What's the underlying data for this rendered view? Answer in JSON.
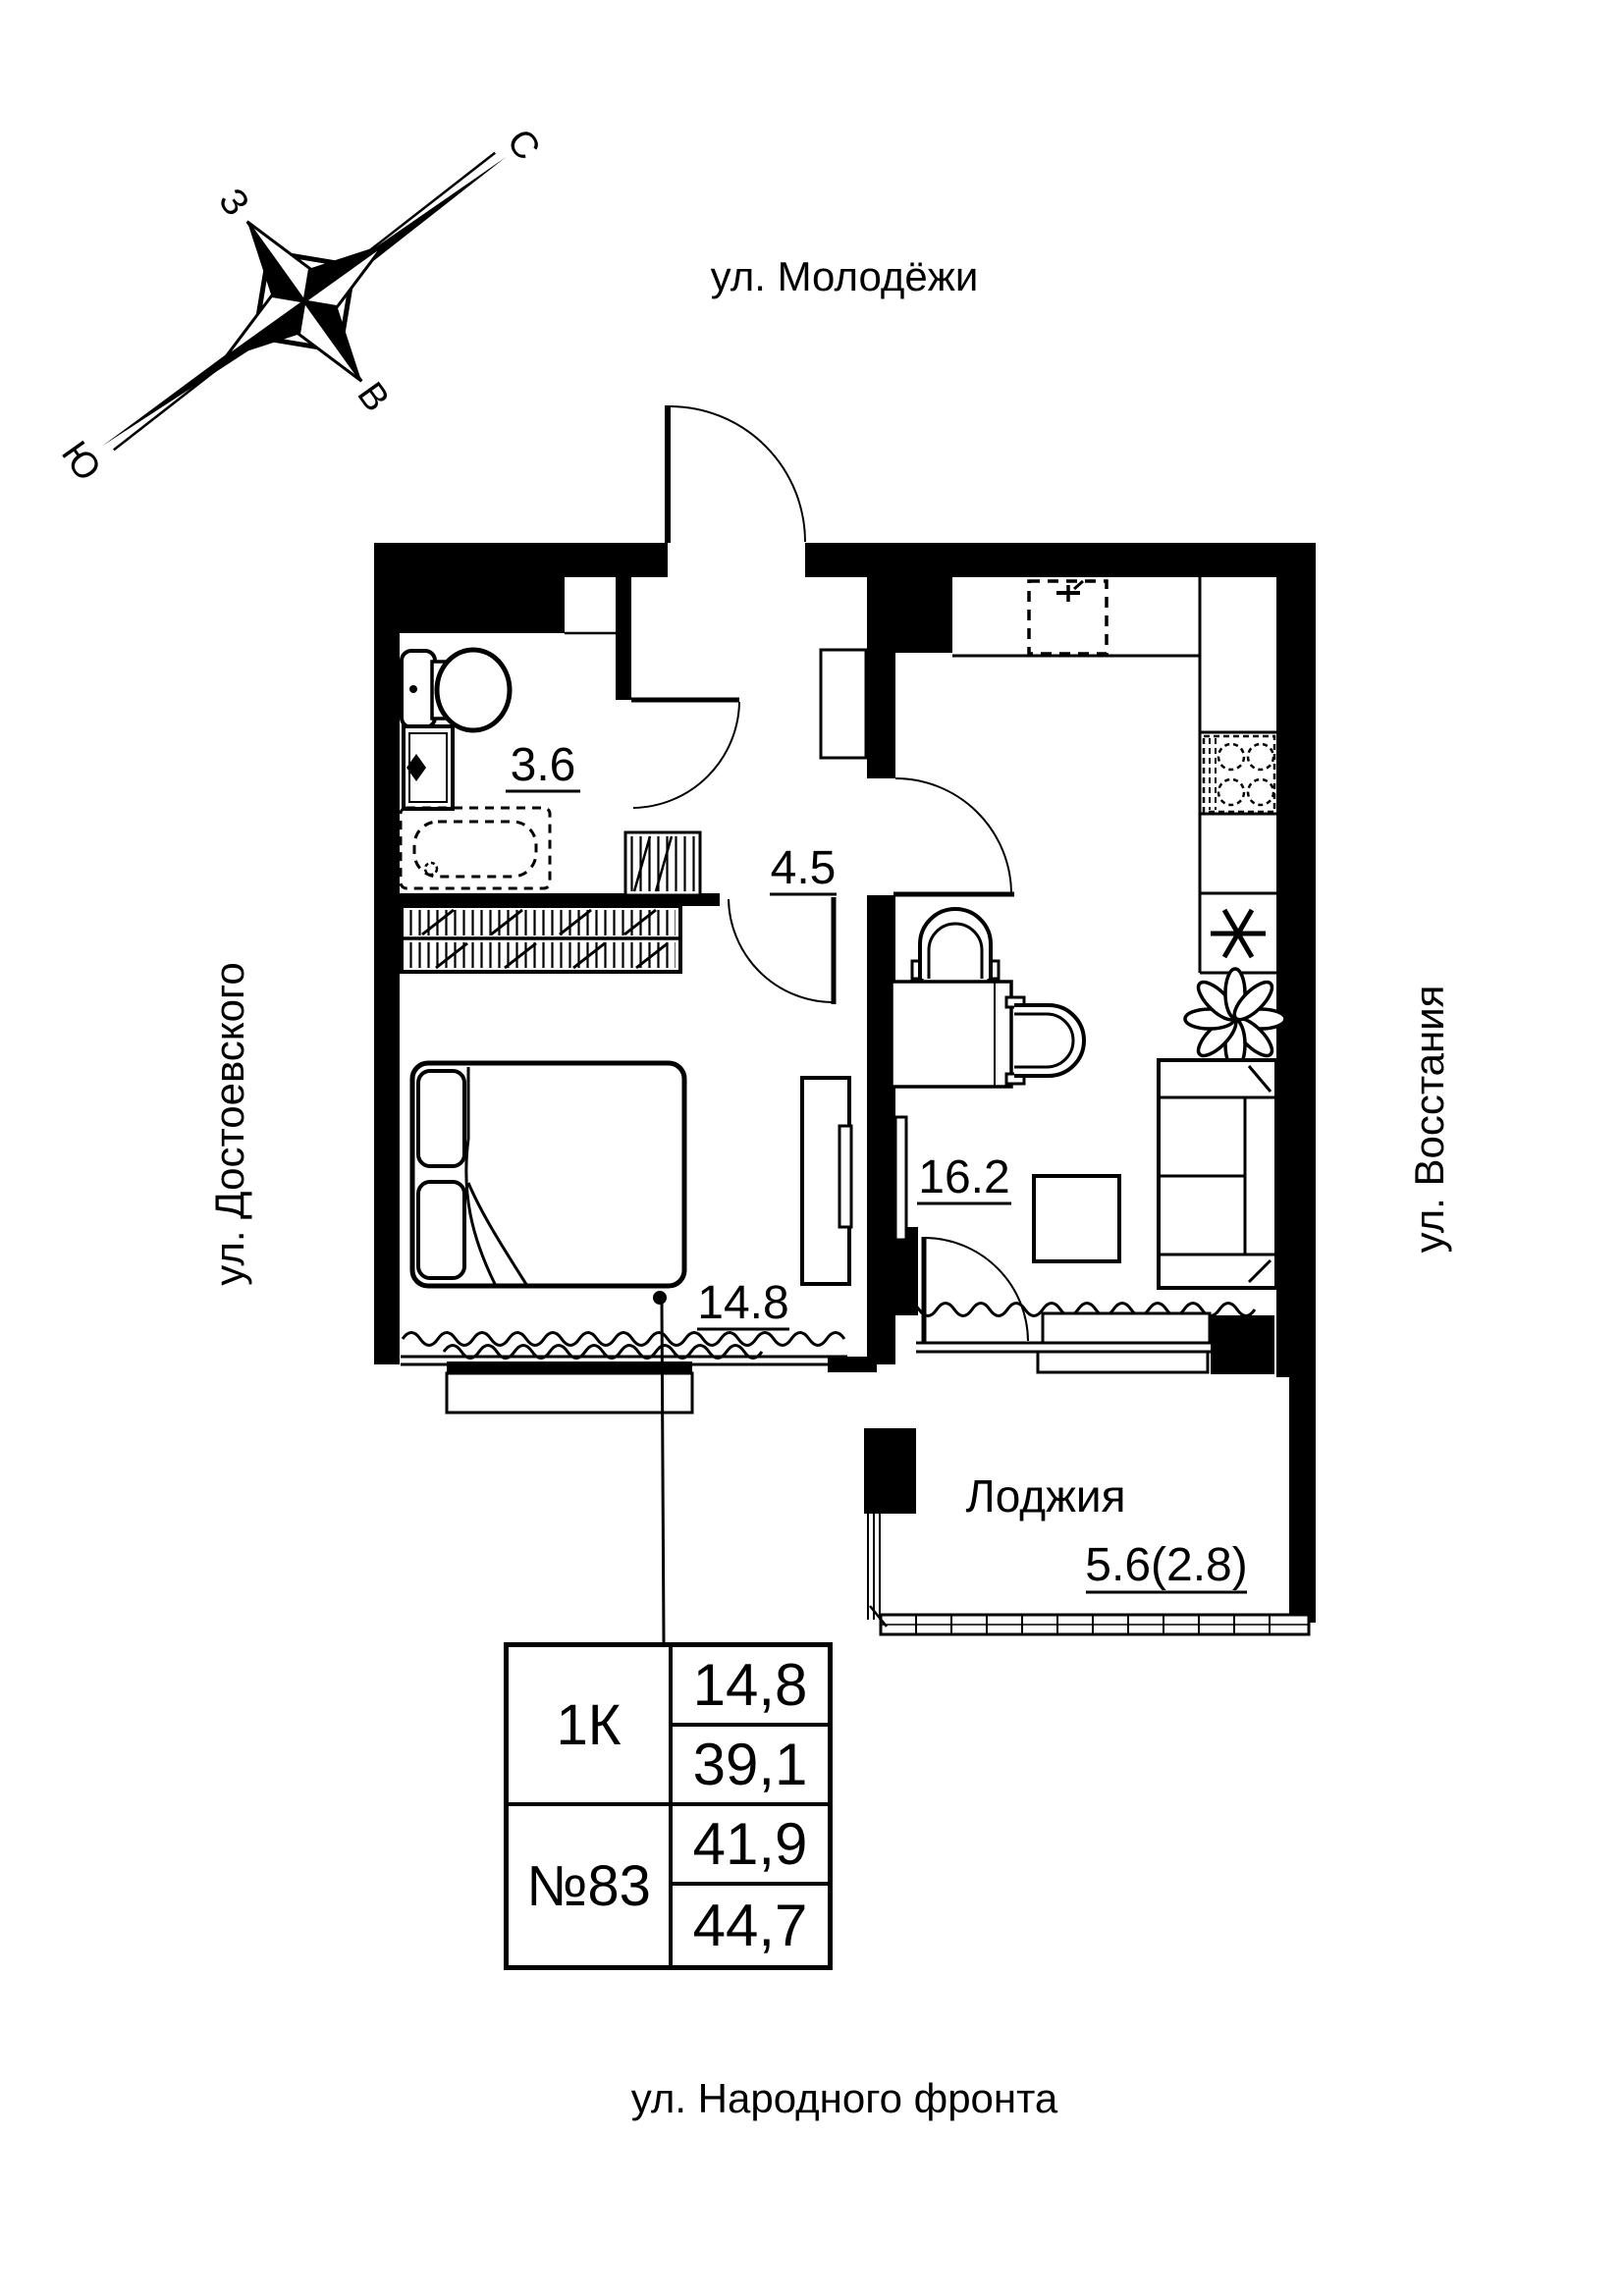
{
  "streets": {
    "top": "ул. Молодёжи",
    "left": "ул. Достоевского",
    "right": "ул. Восстания",
    "bottom": "ул. Народного фронта"
  },
  "compass": {
    "n": "С",
    "s": "Ю",
    "w": "З",
    "e": "В"
  },
  "rooms": {
    "bathroom": {
      "area": "3.6"
    },
    "hallway": {
      "area": "4.5"
    },
    "kitchen_living": {
      "area": "16.2"
    },
    "bedroom": {
      "area": "14.8"
    },
    "loggia": {
      "name": "Лоджия",
      "area": "5.6(2.8)"
    }
  },
  "info_table": {
    "apartment_type": "1К",
    "apartment_number": "№83",
    "living_area": "14,8",
    "area_without_loggia": "39,1",
    "area_with_half_loggia": "41,9",
    "total_area": "44,7"
  },
  "colors": {
    "ink": "#000000",
    "paper": "#ffffff"
  }
}
